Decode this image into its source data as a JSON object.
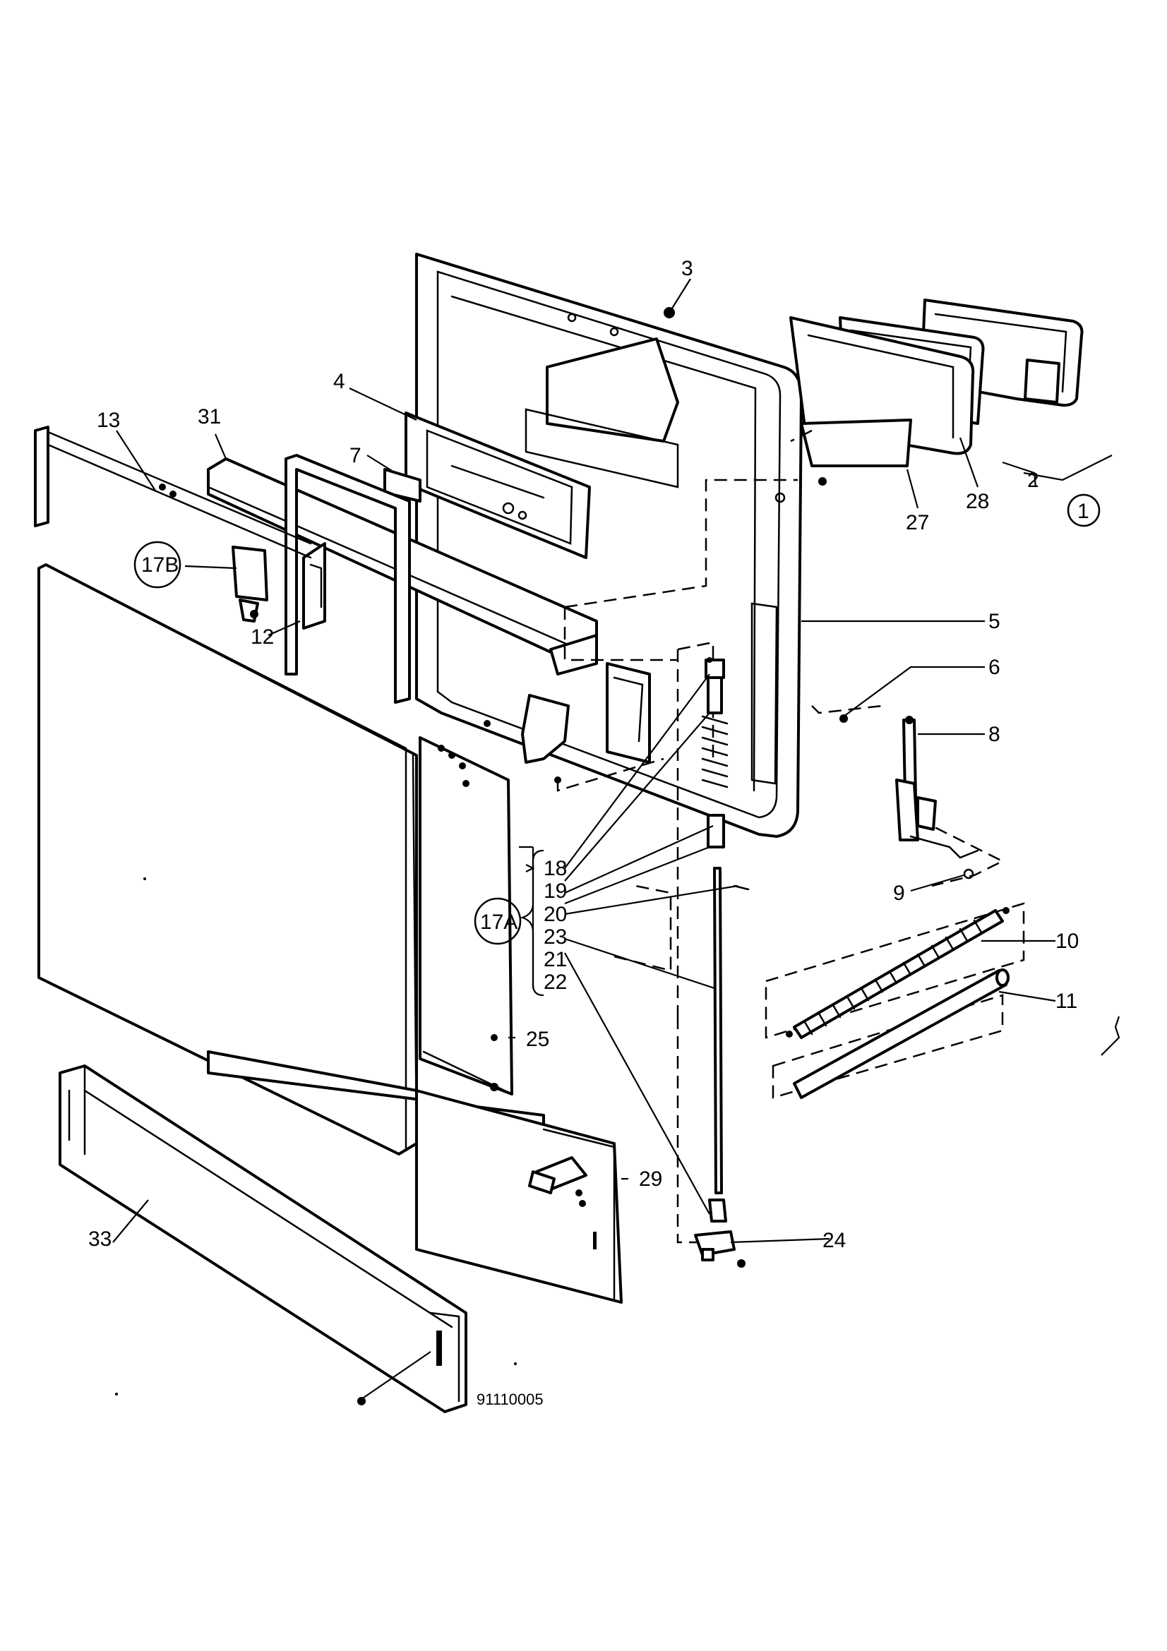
{
  "diagram": {
    "drawing_number": "91110005",
    "callouts": {
      "c1": "1",
      "c2": "2",
      "c3": "3",
      "c4": "4",
      "c5": "5",
      "c6": "6",
      "c7": "7",
      "c8": "8",
      "c9": "9",
      "c10": "10",
      "c11": "11",
      "c12": "12",
      "c13": "13",
      "c17A": "17A",
      "c17B": "17B",
      "c18": "18",
      "c19": "19",
      "c20": "20",
      "c21": "21",
      "c22": "22",
      "c23": "23",
      "c24": "24",
      "c25": "25",
      "c27": "27",
      "c28": "28",
      "c29": "29",
      "c31": "31",
      "c33": "33"
    }
  }
}
